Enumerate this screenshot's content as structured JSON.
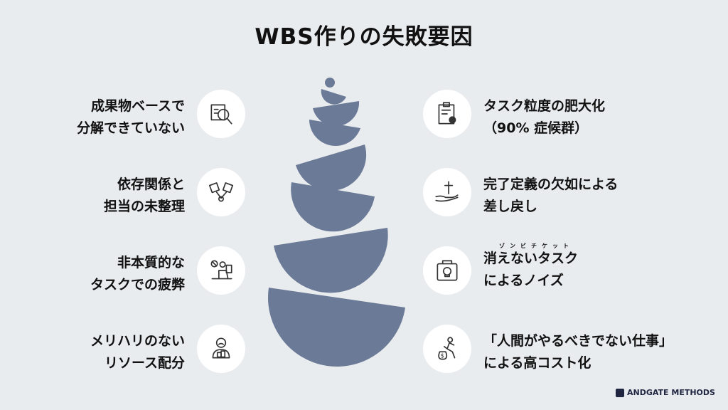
{
  "title": "WBS作りの失敗要因",
  "left": [
    {
      "line1": "成果物ベースで",
      "line2": "分解できていない",
      "icon": "document-magnifier-icon"
    },
    {
      "line1": "依存関係と",
      "line2": "担当の未整理",
      "icon": "tangled-puzzle-icon"
    },
    {
      "line1": "非本質的な",
      "line2": "タスクでの疲弊",
      "icon": "tired-worker-icon"
    },
    {
      "line1": "メリハリのない",
      "line2": "リソース配分",
      "icon": "person-boxes-icon"
    }
  ],
  "right": [
    {
      "line1": "タスク粒度の肥大化",
      "line2": "（90% 症候群）",
      "icon": "clipboard-icon"
    },
    {
      "line1": "完了定義の欠如による",
      "line2": "差し戻し",
      "icon": "hand-cross-icon"
    },
    {
      "ruby": "ゾンビチケット",
      "line1": "消えないタスク",
      "line2": "によるノイズ",
      "icon": "skull-bag-icon"
    },
    {
      "line1": "「人間がやるべきでない仕事」",
      "line2": "による高コスト化",
      "icon": "money-bag-runner-icon"
    }
  ],
  "brand": "ANDGATE METHODS",
  "colors": {
    "stack": "#6b7a96",
    "background": "#e9ecef"
  }
}
